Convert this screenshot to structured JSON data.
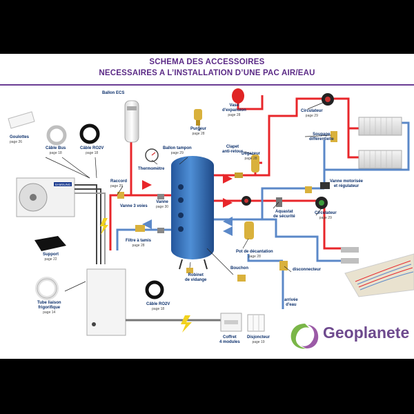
{
  "title": {
    "line1": "SCHEMA DES ACCESSOIRES",
    "line2": "NECESSAIRES A L’INSTALLATION D’UNE PAC AIR/EAU"
  },
  "colors": {
    "title": "#5b2a86",
    "hot_pipe": "#e8262a",
    "cold_pipe": "#5b88c8",
    "tank": "#3c78c0",
    "label": "#0b2f6b"
  },
  "labels": {
    "ballon_ecs": "Ballon ECS",
    "goulottes": "Goulottes",
    "goulottes_pg": "page 26",
    "cable_bus": "Câble Bus",
    "cable_bus_pg": "page 18",
    "cable_ro2v": "Câble RO2V",
    "cable_ro2v_pg": "page 18",
    "purgeur": "Purgeur",
    "purgeur_pg": "page 28",
    "vase_line1": "Vase",
    "vase_line2": "d'expansion",
    "vase_pg": "page 28",
    "circulateur": "Circulateur",
    "circulateur_pg": "page 29",
    "ballon_tampon": "Ballon tampon",
    "ballon_tampon_pg": "page 29",
    "clapet_line1": "Clapet",
    "clapet_line2": "anti-retour",
    "degazeur": "Dégazeur",
    "degazeur_pg": "page 28",
    "soupape_line1": "Soupape",
    "soupape_line2": "différentielle",
    "thermometre": "Thermomètre",
    "raccord": "Raccord",
    "raccord_pg": "page 29",
    "vanne_motorisee_line1": "Vanne motorisée",
    "vanne_motorisee_line2": "et régulateur",
    "vanne": "Vanne",
    "vanne_pg": "page 30",
    "vanne3voies": "Vanne 3 voies",
    "aquastat_line1": "Aquastat",
    "aquastat_line2": "de sécurité",
    "circulateur2": "Circulateur",
    "circulateur2_pg": "page 29",
    "filtre": "Filtre à tamis",
    "filtre_pg": "page 28",
    "support": "Support",
    "support_pg": "page 22",
    "pot_decantation": "Pot de décantation",
    "pot_decantation_pg": "page 28",
    "robinet_line1": "Robinet",
    "robinet_line2": "de vidange",
    "bouchon": "Bouchon",
    "disconnecteur": "disconnecteur",
    "arrivee_line1": "arrivée",
    "arrivee_line2": "d'eau",
    "tube_line1": "Tube liaison",
    "tube_line2": "frigorifique",
    "tube_pg": "page 14",
    "cable_ro2v_b": "Câble RO2V",
    "cable_ro2v_b_pg": "page 18",
    "coffret_line1": "Coffret",
    "coffret_line2": "4 modules",
    "disjoncteur": "Disjoncteur",
    "disjoncteur_pg": "page 19",
    "samsung": "SAMSUNG"
  },
  "logo": {
    "text": "Geoplanete"
  }
}
